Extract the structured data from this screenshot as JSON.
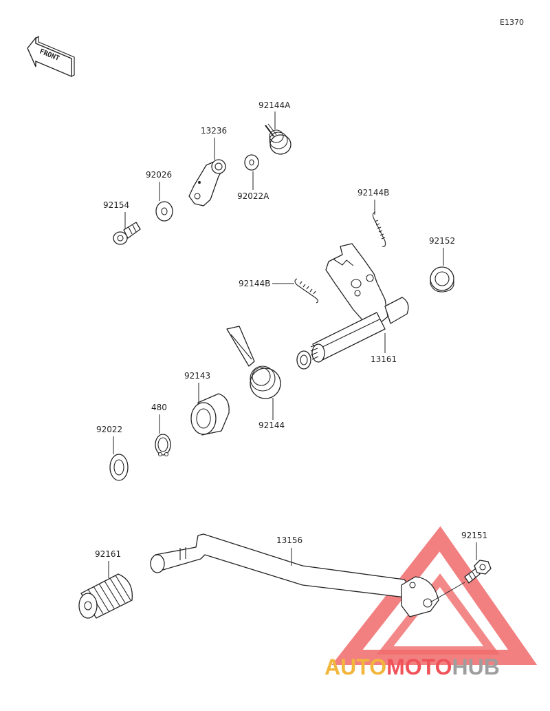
{
  "diagram_code": "E1370",
  "front_label": "FRONT",
  "watermark": {
    "auto": "AUTO",
    "moto": "MOTO",
    "hub": "HUB",
    "color_auto": "#f2b63c",
    "color_moto": "#f0525a",
    "color_hub": "#9e9e9e",
    "triangle_color": "#f06a6a"
  },
  "parts": {
    "p92144A": "92144A",
    "p13236": "13236",
    "p92026": "92026",
    "p92022A": "92022A",
    "p92154": "92154",
    "p92144B_top": "92144B",
    "p92152": "92152",
    "p92144B_left": "92144B",
    "p13161": "13161",
    "p92143": "92143",
    "p92144": "92144",
    "p480": "480",
    "p92022": "92022",
    "p13156": "13156",
    "p92151": "92151",
    "p92161": "92161"
  }
}
